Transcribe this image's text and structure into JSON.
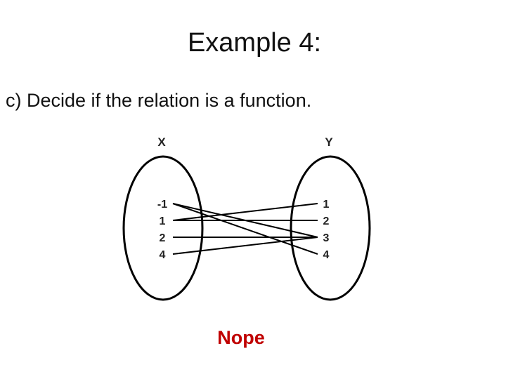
{
  "slide": {
    "title": "Example 4:",
    "question": "c) Decide if the relation is a function.",
    "answer": "Nope",
    "answer_color": "#c00000"
  },
  "mapping": {
    "domain": {
      "label": "X",
      "values": [
        "-1",
        "1",
        "2",
        "4"
      ]
    },
    "range": {
      "label": "Y",
      "values": [
        "1",
        "2",
        "3",
        "4"
      ]
    },
    "arrows": [
      {
        "from": "-1",
        "to": "3"
      },
      {
        "from": "-1",
        "to": "4"
      },
      {
        "from": "1",
        "to": "1"
      },
      {
        "from": "1",
        "to": "2"
      },
      {
        "from": "2",
        "to": "3"
      },
      {
        "from": "4",
        "to": "3"
      }
    ]
  }
}
